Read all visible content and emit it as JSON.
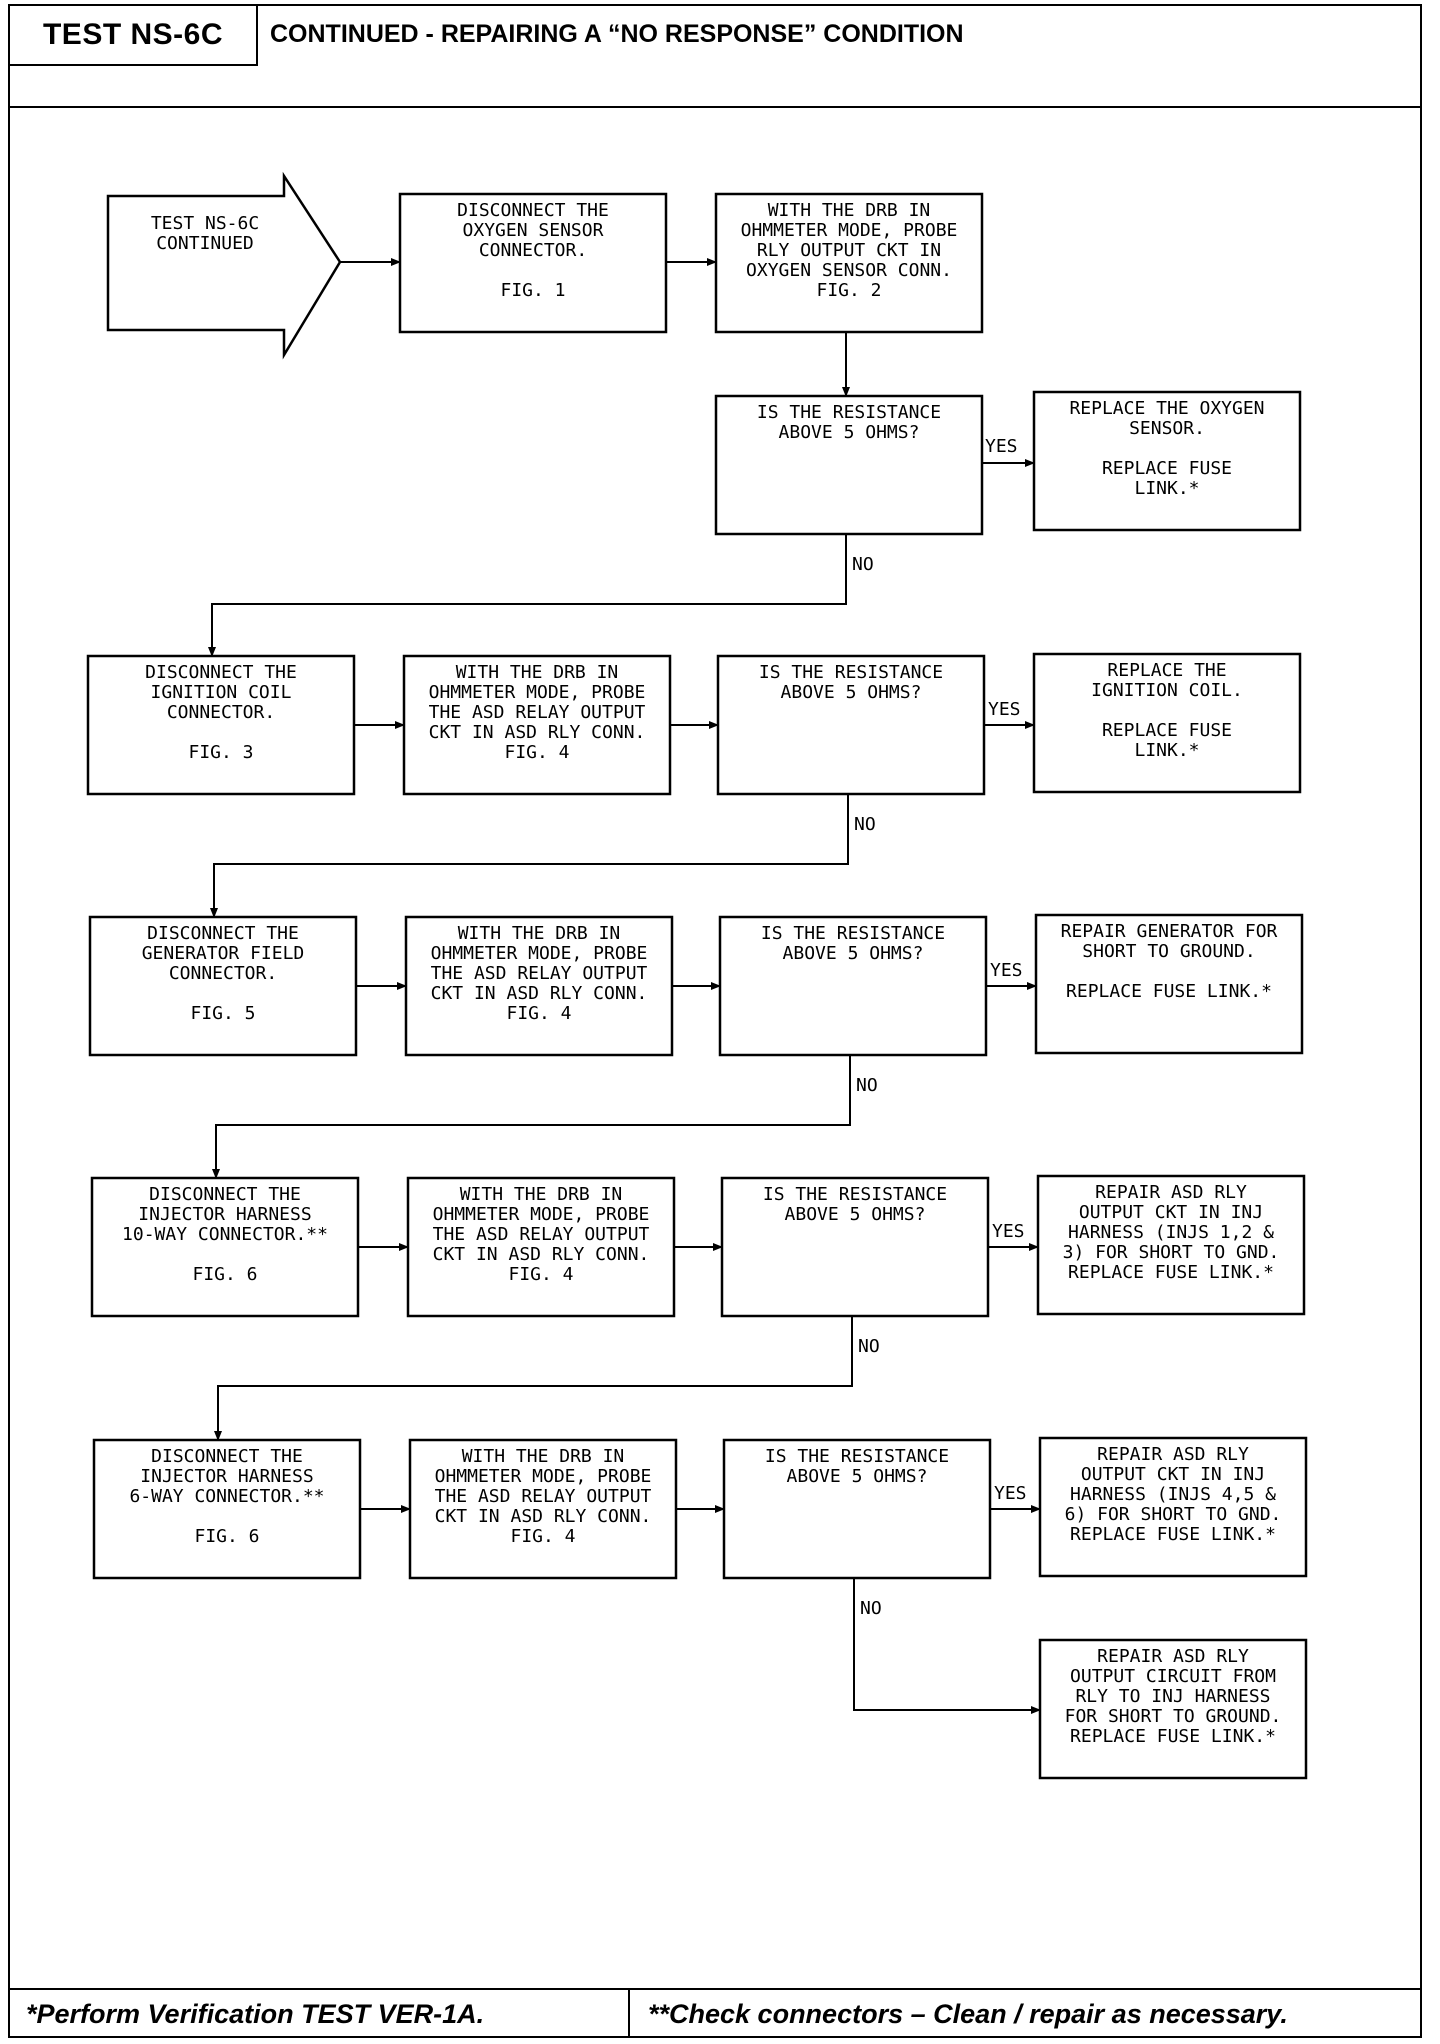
{
  "header": {
    "test_id": "TEST NS-6C",
    "title": "CONTINUED - REPAIRING A “NO RESPONSE” CONDITION"
  },
  "footer": {
    "left": "*Perform Verification TEST VER-1A.",
    "right": "**Check connectors – Clean / repair as necessary."
  },
  "flow": {
    "start": [
      "TEST NS-6C",
      "CONTINUED"
    ],
    "row1": {
      "disconnect": [
        "DISCONNECT THE",
        "OXYGEN SENSOR",
        "CONNECTOR.",
        "",
        "FIG. 1"
      ],
      "probe": [
        "WITH THE DRB IN",
        "OHMMETER MODE, PROBE",
        "RLY OUTPUT CKT IN",
        "OXYGEN SENSOR CONN.",
        "FIG. 2"
      ],
      "question": [
        "IS THE RESISTANCE",
        "ABOVE 5 OHMS?"
      ],
      "yes_action": [
        "REPLACE THE OXYGEN",
        "SENSOR.",
        "",
        "REPLACE FUSE",
        "LINK.*"
      ]
    },
    "row2": {
      "disconnect": [
        "DISCONNECT THE",
        "IGNITION COIL",
        "CONNECTOR.",
        "",
        "FIG. 3"
      ],
      "probe": [
        "WITH THE DRB IN",
        "OHMMETER MODE, PROBE",
        "THE ASD RELAY OUTPUT",
        "CKT IN ASD RLY CONN.",
        "FIG. 4"
      ],
      "question": [
        "IS THE RESISTANCE",
        "ABOVE 5 OHMS?"
      ],
      "yes_action": [
        "REPLACE THE",
        "IGNITION COIL.",
        "",
        "REPLACE FUSE",
        "LINK.*"
      ]
    },
    "row3": {
      "disconnect": [
        "DISCONNECT THE",
        "GENERATOR FIELD",
        "CONNECTOR.",
        "",
        "FIG. 5"
      ],
      "probe": [
        "WITH THE DRB IN",
        "OHMMETER MODE, PROBE",
        "THE ASD RELAY OUTPUT",
        "CKT IN ASD RLY CONN.",
        "FIG. 4"
      ],
      "question": [
        "IS THE RESISTANCE",
        "ABOVE 5 OHMS?"
      ],
      "yes_action": [
        "REPAIR GENERATOR FOR",
        "SHORT TO GROUND.",
        "",
        "REPLACE FUSE LINK.*"
      ]
    },
    "row4": {
      "disconnect": [
        "DISCONNECT THE",
        "INJECTOR HARNESS",
        "10-WAY CONNECTOR.**",
        "",
        "FIG. 6"
      ],
      "probe": [
        "WITH THE DRB IN",
        "OHMMETER MODE, PROBE",
        "THE ASD RELAY OUTPUT",
        "CKT IN ASD RLY CONN.",
        "FIG. 4"
      ],
      "question": [
        "IS THE RESISTANCE",
        "ABOVE 5 OHMS?"
      ],
      "yes_action": [
        "REPAIR ASD RLY",
        "OUTPUT CKT IN INJ",
        "HARNESS (INJS 1,2 &",
        "3) FOR SHORT TO GND.",
        "REPLACE FUSE LINK.*"
      ]
    },
    "row5": {
      "disconnect": [
        "DISCONNECT THE",
        "INJECTOR HARNESS",
        "6-WAY CONNECTOR.**",
        "",
        "FIG. 6"
      ],
      "probe": [
        "WITH THE DRB IN",
        "OHMMETER MODE, PROBE",
        "THE ASD RELAY OUTPUT",
        "CKT IN ASD RLY CONN.",
        "FIG. 4"
      ],
      "question": [
        "IS THE RESISTANCE",
        "ABOVE 5 OHMS?"
      ],
      "yes_action": [
        "REPAIR ASD RLY",
        "OUTPUT CKT IN INJ",
        "HARNESS (INJS 4,5 &",
        "6) FOR SHORT TO GND.",
        "REPLACE FUSE LINK.*"
      ]
    },
    "final_no_action": [
      "REPAIR ASD RLY",
      "OUTPUT CIRCUIT FROM",
      "RLY TO INJ HARNESS",
      "FOR SHORT TO GROUND.",
      "REPLACE FUSE LINK.*"
    ],
    "yes_label": "YES",
    "no_label": "NO"
  }
}
